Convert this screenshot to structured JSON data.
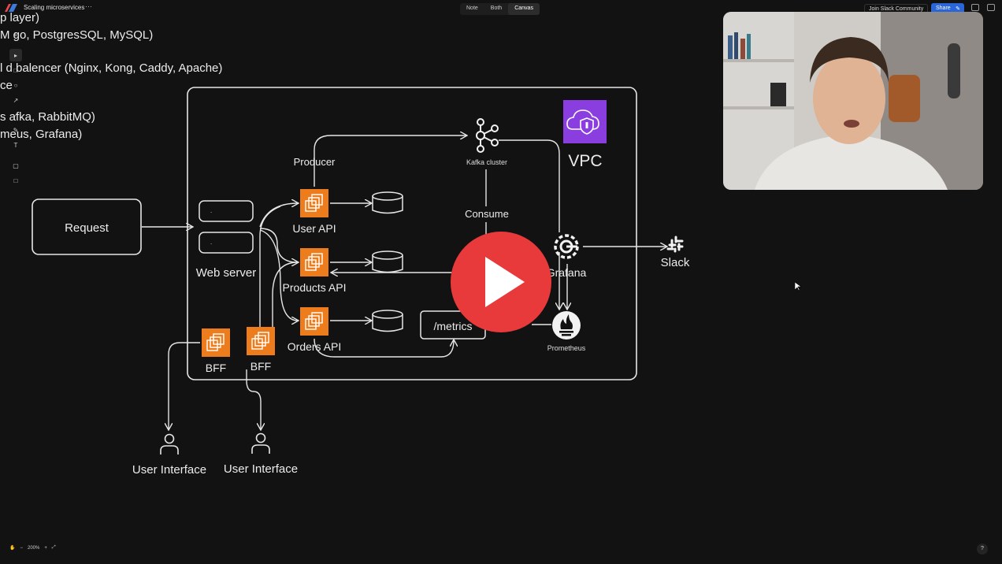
{
  "app": {
    "title": "Scaling microservices",
    "more": "···",
    "modes": [
      "Note",
      "Both",
      "Canvas"
    ],
    "active_mode": "Canvas",
    "join": "Join Slack Community",
    "share": "Share"
  },
  "notes": [
    "p layer)",
    "M  go, PostgresSQL, MySQL)",
    "l  d balencer (Nginx, Kong, Caddy, Apache)",
    "ce",
    "s    afka, RabbitMQ)",
    "  meus, Grafana)"
  ],
  "diagram": {
    "request": "Request",
    "web_server": "Web server",
    "producer": "Producer",
    "consume": "Consume",
    "kafka": "Kafka cluster",
    "vpc": "VPC",
    "user_api": "User API",
    "products_api": "Products API",
    "orders_api": "Orders API",
    "metrics": "/metrics",
    "grafana": "Grafana",
    "prometheus": "Prometheus",
    "slack": "Slack",
    "bff_1": "BFF",
    "bff_2": "BFF",
    "user_interface_1": "User Interface",
    "user_interface_2": "User Interface"
  },
  "bottom": {
    "zoom": "200%",
    "help": "?"
  },
  "colors": {
    "background": "#121212",
    "aws_orange": "#ed7d1c",
    "vpc_purple": "#8b3ee0",
    "play_red": "#e83a3a",
    "share_blue": "#2b66d9"
  }
}
